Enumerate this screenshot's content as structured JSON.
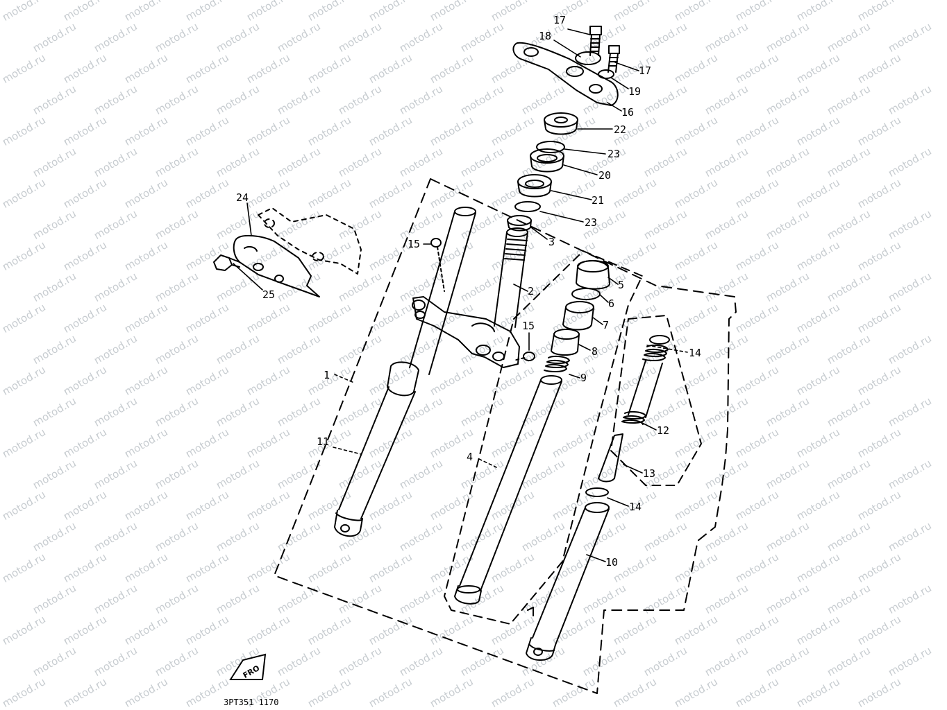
{
  "diagram": {
    "watermark": "motod.ru",
    "drawing_code": "3PT351 1170",
    "front_marker": "FRO"
  },
  "callouts": {
    "c1": "1",
    "c2": "2",
    "c3": "3",
    "c4": "4",
    "c5": "5",
    "c6": "6",
    "c7": "7",
    "c8": "8",
    "c9": "9",
    "c10": "10",
    "c11": "11",
    "c12": "12",
    "c13": "13",
    "c14a": "14",
    "c14b": "14",
    "c15a": "15",
    "c15b": "15",
    "c16": "16",
    "c17a": "17",
    "c17b": "17",
    "c18": "18",
    "c19": "19",
    "c20": "20",
    "c21": "21",
    "c22": "22",
    "c23a": "23",
    "c23b": "23",
    "c24": "24",
    "c25": "25"
  },
  "colors": {
    "ink": "#000000",
    "paper": "#ffffff",
    "watermark": "#9aa3ab"
  }
}
